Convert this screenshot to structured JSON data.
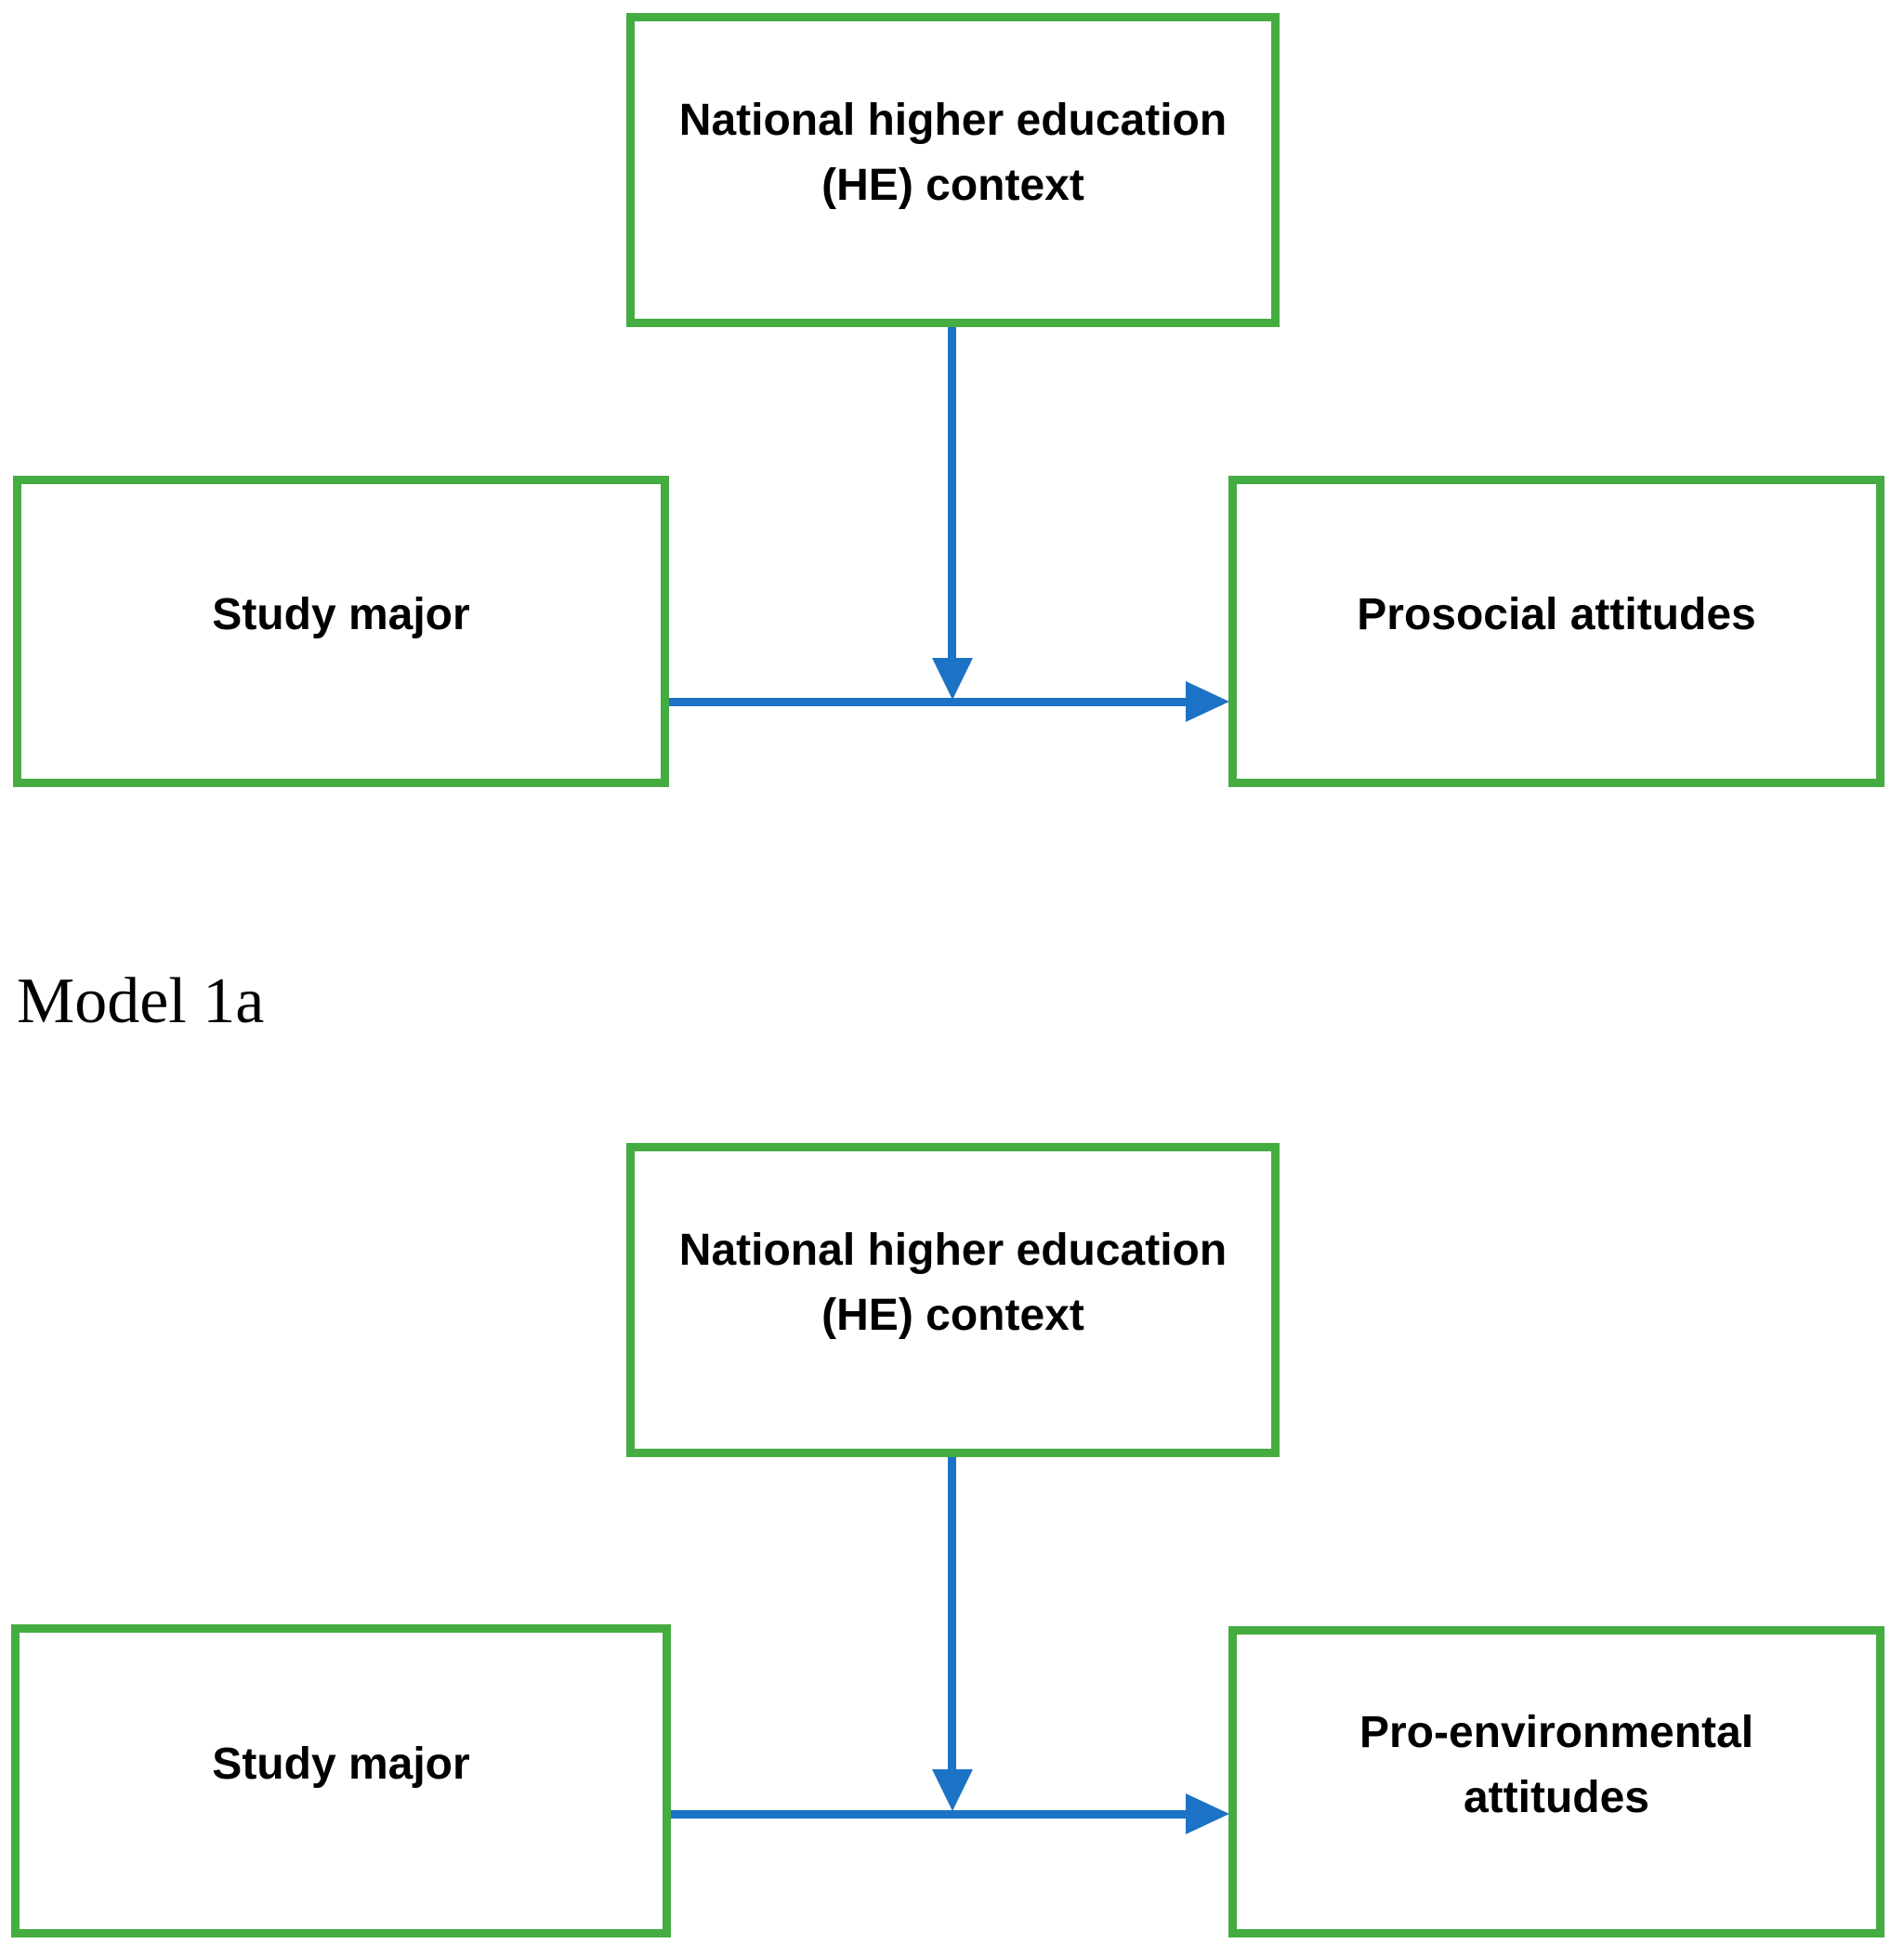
{
  "figure": {
    "background": "#ffffff",
    "colors": {
      "box_border": "#45ac42",
      "arrow": "#1c73c5",
      "text": "#000000"
    },
    "caption": "Model 1a",
    "models": [
      {
        "moderator": "National higher education (HE) context",
        "predictor": "Study major",
        "outcome": "Prosocial attitudes"
      },
      {
        "moderator": "National higher education (HE) context",
        "predictor": "Study major",
        "outcome": "Pro-environmental attitudes"
      }
    ]
  }
}
